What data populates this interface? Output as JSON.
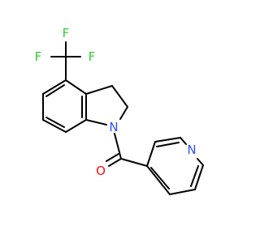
{
  "molecule": {
    "atoms": {
      "F1": "F",
      "F2": "F",
      "F3": "F",
      "N_indoline": "N",
      "N_pyridine": "N",
      "O_carbonyl": "O"
    },
    "colors": {
      "bond": "#000000",
      "fluorine": "#33cc33",
      "nitrogen": "#3050f8",
      "oxygen": "#ff0d0d",
      "background": "#ffffff"
    }
  }
}
